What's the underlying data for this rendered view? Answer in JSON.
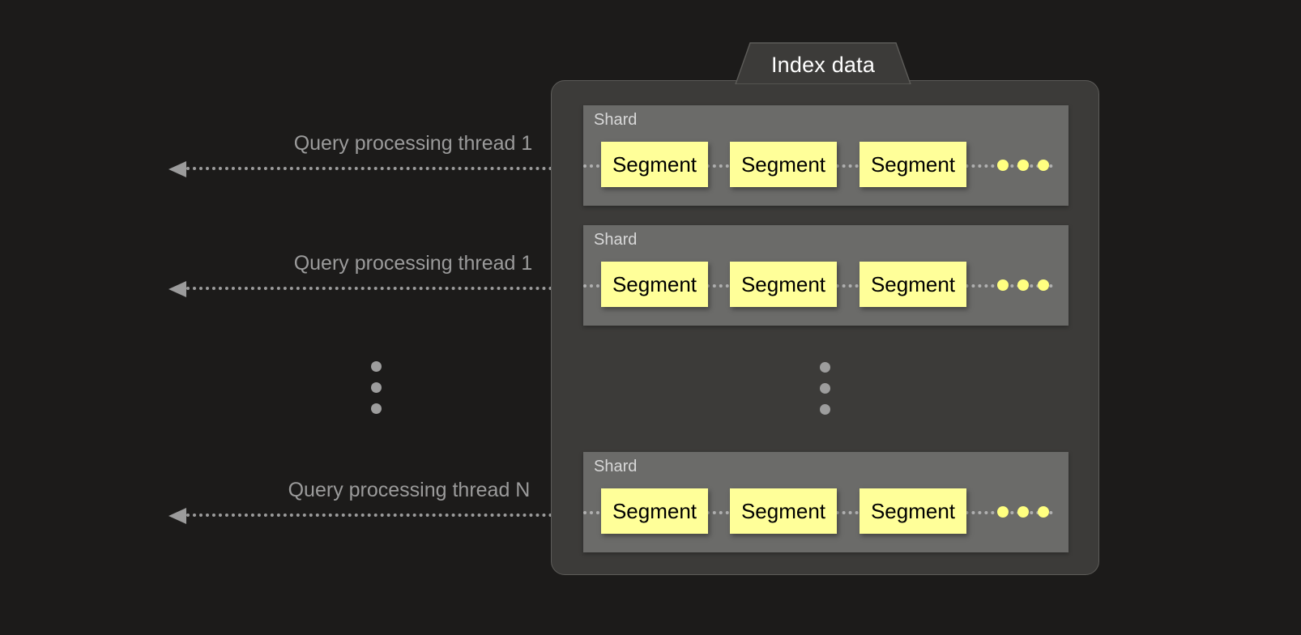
{
  "diagram": {
    "title": "Index data",
    "panel": {
      "tab_label": "Index data"
    },
    "shards": [
      {
        "label": "Shard",
        "segments": [
          "Segment",
          "Segment",
          "Segment"
        ],
        "continuation_dots": 3
      },
      {
        "label": "Shard",
        "segments": [
          "Segment",
          "Segment",
          "Segment"
        ],
        "continuation_dots": 3
      },
      {
        "label": "Shard",
        "segments": [
          "Segment",
          "Segment",
          "Segment"
        ],
        "continuation_dots": 3
      }
    ],
    "threads": [
      {
        "label": "Query processing thread 1"
      },
      {
        "label": "Query processing thread 1"
      },
      {
        "label": "Query processing thread N"
      }
    ],
    "ellipsis": {
      "left_column_dots": 3,
      "panel_column_dots": 3
    },
    "colors": {
      "background": "#1c1b1a",
      "panel": "#3c3b39",
      "panel_border": "#5d5c59",
      "shard": "#6b6b69",
      "segment": "#ffff99",
      "segment_text": "#000000",
      "tab_text": "#ffffff",
      "shard_label_text": "#d8d8d8",
      "thread_text": "#9b9b9b",
      "connector": "#bdbdbd",
      "dot_gray": "#9d9d9d",
      "dot_yellow": "#ffff80"
    }
  }
}
